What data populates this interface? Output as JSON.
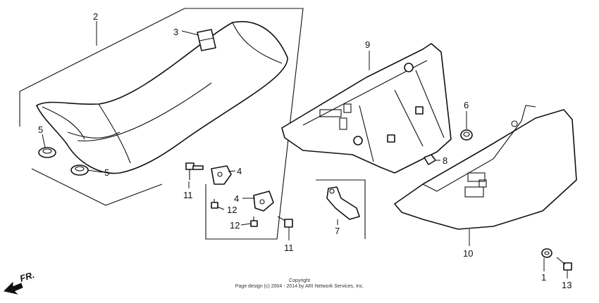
{
  "callouts": {
    "c1": "1",
    "c2": "2",
    "c3": "3",
    "c4a": "4",
    "c4b": "4",
    "c5a": "5",
    "c5b": "5",
    "c6": "6",
    "c7": "7",
    "c8": "8",
    "c9": "9",
    "c10": "10",
    "c11a": "11",
    "c11b": "11",
    "c12a": "12",
    "c12b": "12",
    "c13": "13"
  },
  "front_indicator": "FR.",
  "copyright": {
    "line1": "Copyright",
    "line2": "Page design (c) 2004 - 2014 by ARI Network Services, Inc."
  },
  "colors": {
    "ink": "#111111",
    "background": "#ffffff"
  }
}
